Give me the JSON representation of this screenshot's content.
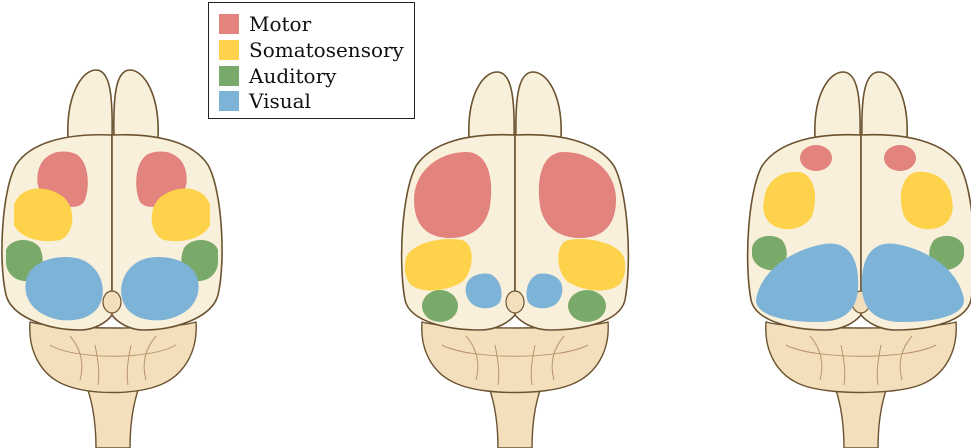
{
  "colors": {
    "outline": "#6b5330",
    "brain_fill": "#f9f0dc",
    "cerebellum_fill": "#f4dfbd",
    "cerebellum_line": "#b8956a"
  },
  "legend": {
    "items": [
      {
        "key": "motor",
        "label": "Motor",
        "color": "#e2847d"
      },
      {
        "key": "somatosensory",
        "label": "Somatosensory",
        "color": "#fed24b"
      },
      {
        "key": "auditory",
        "label": "Auditory",
        "color": "#7aaa6a"
      },
      {
        "key": "visual",
        "label": "Visual",
        "color": "#7eb3d8"
      }
    ]
  },
  "brains": [
    {
      "name": "brain-left",
      "areas": [
        "motor",
        "somatosensory",
        "auditory",
        "visual"
      ]
    },
    {
      "name": "brain-middle",
      "areas": [
        "motor",
        "somatosensory",
        "auditory",
        "visual"
      ]
    },
    {
      "name": "brain-right",
      "areas": [
        "motor",
        "somatosensory",
        "auditory",
        "visual"
      ]
    }
  ]
}
